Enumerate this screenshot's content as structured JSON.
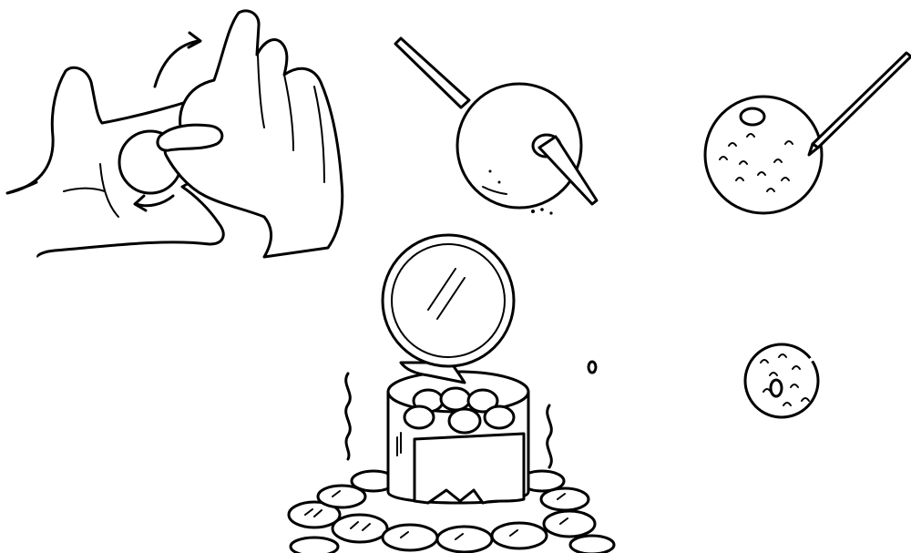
{
  "panels": [
    {
      "id": "roll-ball",
      "icon": "hands-rolling-ball-icon"
    },
    {
      "id": "pierce-ball",
      "icon": "skewer-through-ball-icon"
    },
    {
      "id": "texture-ball",
      "icon": "stick-poking-ball-icon"
    },
    {
      "id": "heat-in-can",
      "icon": "can-on-hot-stones-icon"
    },
    {
      "id": "string-bead",
      "icon": "bead-on-cord-icon"
    }
  ],
  "colors": {
    "ink": "#000000",
    "paper": "#ffffff"
  }
}
